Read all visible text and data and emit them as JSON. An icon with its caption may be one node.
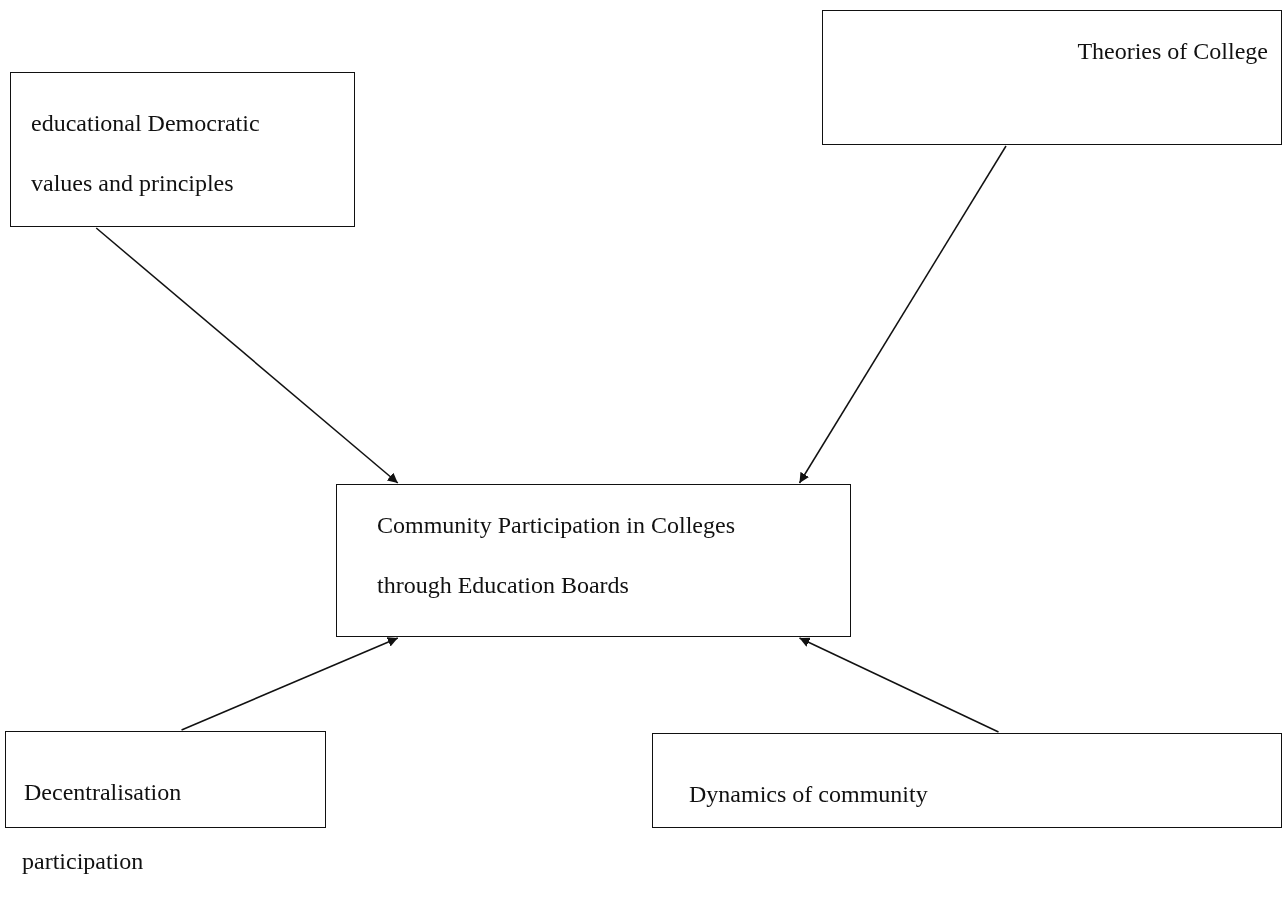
{
  "diagram": {
    "nodes": [
      {
        "text": [
          "educational Democratic values and principles"
        ]
      },
      {
        "text": [
          "Theories of College"
        ]
      },
      {
        "text": [
          "Community Participation in Colleges through Education Boards"
        ]
      },
      {
        "text": [
          "Decentralisation"
        ]
      },
      {
        "text": [
          "Dynamics of community"
        ]
      }
    ],
    "edges": [
      {
        "from": 0,
        "to": 2,
        "arrow": "to"
      },
      {
        "from": 1,
        "to": 2,
        "arrow": "to"
      },
      {
        "from": 3,
        "to": 2,
        "arrow": "to"
      },
      {
        "from": 4,
        "to": 2,
        "arrow": "to"
      }
    ],
    "labels": [
      "participation"
    ]
  }
}
